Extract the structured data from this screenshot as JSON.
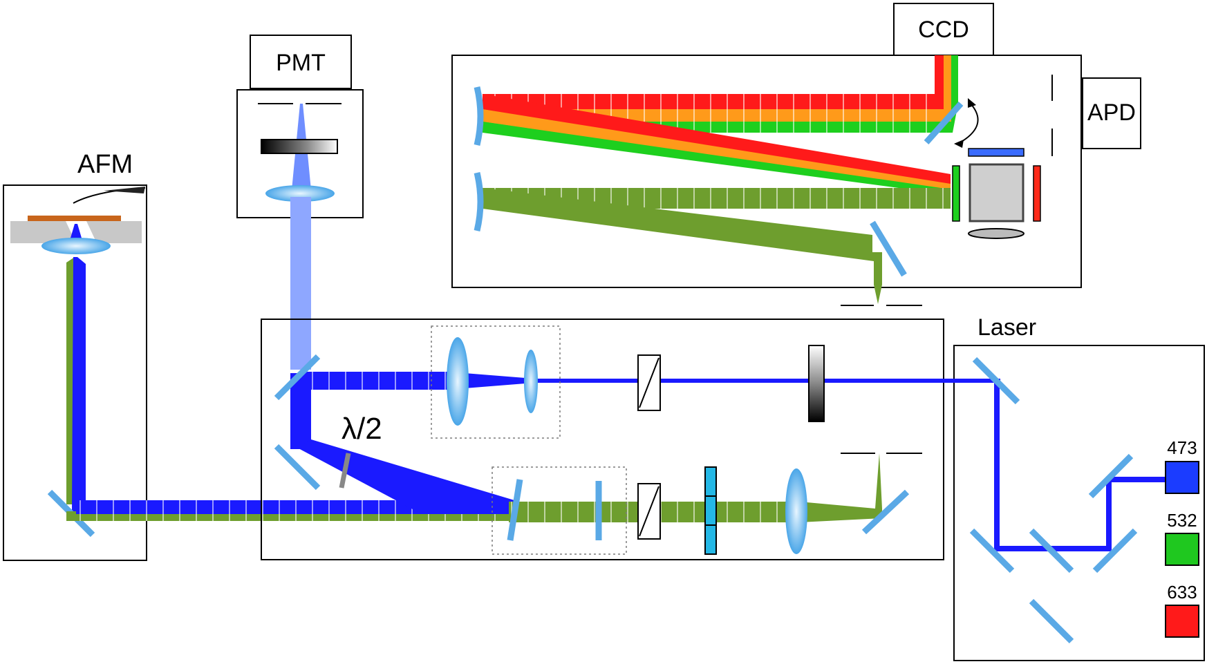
{
  "labels": {
    "ccd": "CCD",
    "pmt": "PMT",
    "apd": "APD",
    "afm": "AFM",
    "laser": "Laser",
    "half_wave_plate": "λ/2",
    "wl_473": "473",
    "wl_532": "532",
    "wl_633": "633"
  },
  "colors": {
    "blue_beam": "#1a1aff",
    "green_beam": "#6e9e2e",
    "red_beam": "#ff1a1a",
    "orange_beam": "#ff9a1a",
    "light_green_beam": "#1ecf1e",
    "pmt_beam": "#8ea7ff",
    "optic_blue": "#5aa9e6",
    "laser_473": "#1b3cff",
    "laser_532": "#1fc81f",
    "laser_633": "#ff1a1a",
    "afm_sample": "#c8651b"
  }
}
